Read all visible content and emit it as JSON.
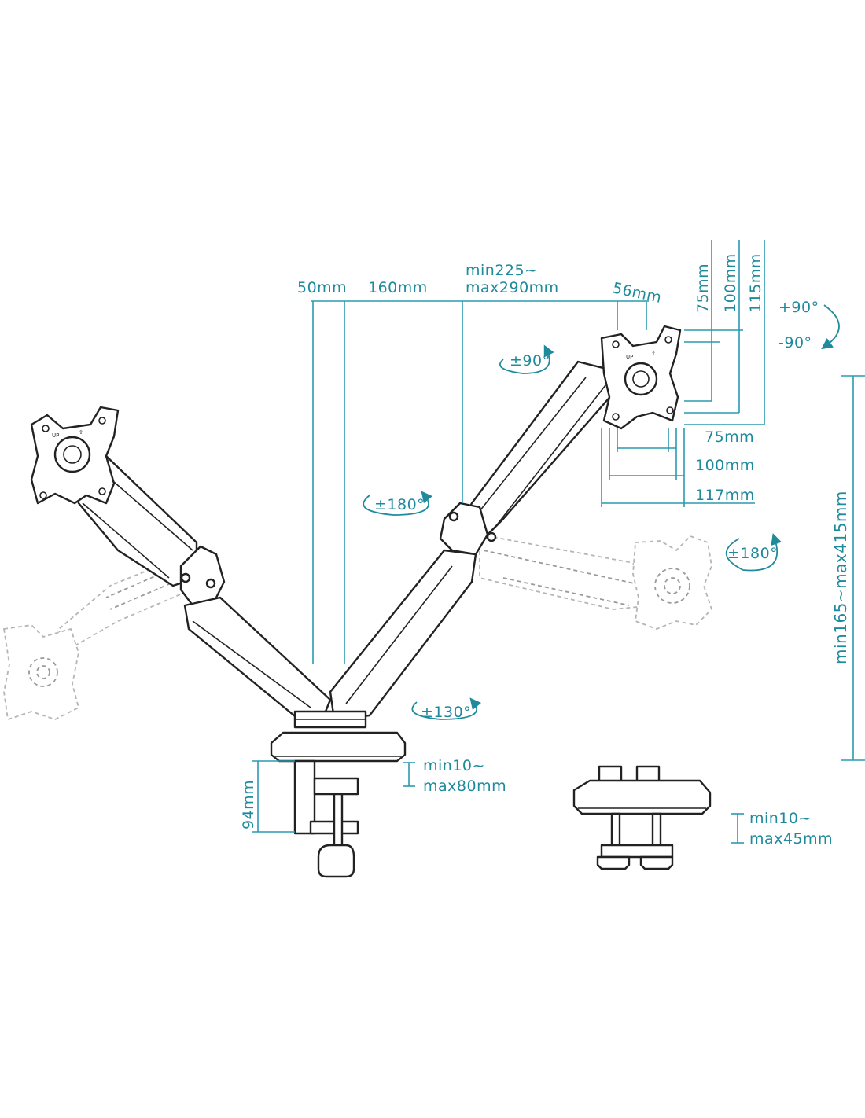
{
  "dimensions": {
    "offset_50": "50mm",
    "offset_160": "160mm",
    "reach_line1": "min225~",
    "reach_line2": "max290mm",
    "plate_56": "56mm",
    "vesa_v75": "75mm",
    "vesa_v100": "100mm",
    "vesa_v115": "115mm",
    "vesa_h75": "75mm",
    "vesa_h100": "100mm",
    "vesa_h117": "117mm",
    "height_range": "min165~max415mm",
    "clamp_height": "94mm",
    "clamp_desk_line1": "min10~",
    "clamp_desk_line2": "max80mm",
    "grommet_desk_line1": "min10~",
    "grommet_desk_line2": "max45mm"
  },
  "rotations": {
    "tilt_up": "+90°",
    "tilt_down": "-90°",
    "swivel_90": "±90°",
    "swivel_180_arm": "±180°",
    "rotate_180_screen": "±180°",
    "base_130": "±130°"
  },
  "plate_text": {
    "up": "UP",
    "arrow": "⇧"
  },
  "colors": {
    "dimension": "#1f8a9c",
    "line_art": "#222222",
    "ghost": "#9a9a9a"
  }
}
